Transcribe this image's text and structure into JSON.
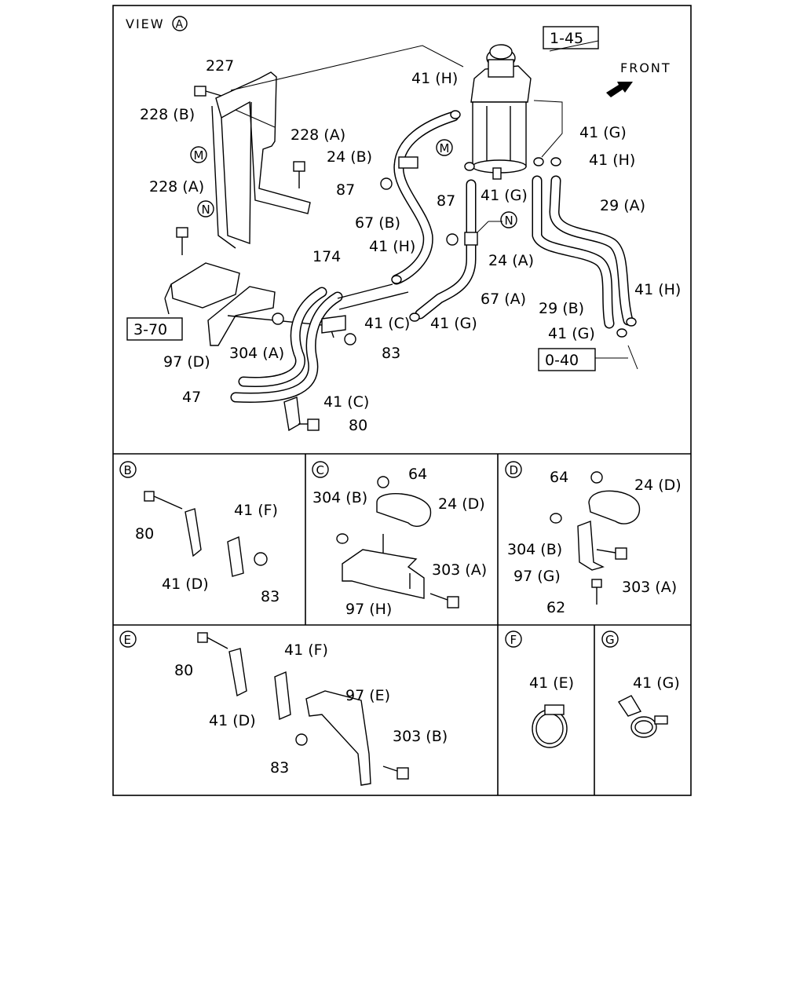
{
  "view_title": "VIEW",
  "view_marker": "A",
  "front_label": "FRONT",
  "refs": {
    "r145": "1-45",
    "r370": "3-70",
    "r040": "0-40"
  },
  "circle_markers": {
    "m1": "M",
    "m2": "M",
    "n1": "N",
    "n2": "N"
  },
  "main_labels": {
    "l227": "227",
    "l228b": "228 (B)",
    "l228a_1": "228 (A)",
    "l228a_2": "228 (A)",
    "l41h_1": "41 (H)",
    "l41g_1": "41 (G)",
    "l41h_2": "41 (H)",
    "l24b": "24 (B)",
    "l87_1": "87",
    "l41g_2": "41 (G)",
    "l87_2": "87",
    "l29a": "29 (A)",
    "l67b": "67 (B)",
    "l174": "174",
    "l41h_3": "41 (H)",
    "l24a": "24 (A)",
    "l67a": "67 (A)",
    "l41h_4": "41 (H)",
    "l29b": "29 (B)",
    "l41c_1": "41 (C)",
    "l41g_3": "41 (G)",
    "l41g_4": "41 (G)",
    "l304a": "304 (A)",
    "l83": "83",
    "l97d": "97 (D)",
    "l47": "47",
    "l41c_2": "41 (C)",
    "l80": "80"
  },
  "panels": {
    "B": {
      "marker": "B",
      "labels": {
        "l80": "80",
        "l41f": "41 (F)",
        "l41d": "41 (D)",
        "l83": "83"
      }
    },
    "C": {
      "marker": "C",
      "labels": {
        "l64": "64",
        "l304b": "304 (B)",
        "l24d": "24 (D)",
        "l303a": "303 (A)",
        "l97h": "97 (H)"
      }
    },
    "D": {
      "marker": "D",
      "labels": {
        "l64": "64",
        "l24d": "24 (D)",
        "l304b": "304 (B)",
        "l97g": "97 (G)",
        "l303a": "303 (A)",
        "l62": "62"
      }
    },
    "E": {
      "marker": "E",
      "labels": {
        "l80": "80",
        "l41f": "41 (F)",
        "l97e": "97 (E)",
        "l41d": "41 (D)",
        "l303b": "303 (B)",
        "l83": "83"
      }
    },
    "F": {
      "marker": "F",
      "labels": {
        "l41e": "41 (E)"
      }
    },
    "G": {
      "marker": "G",
      "labels": {
        "l41g": "41 (G)"
      }
    }
  },
  "icons": [
    "front-arrow-icon",
    "fuel-filter-icon",
    "hose-clamp-icon",
    "bolt-icon",
    "nut-icon",
    "bracket-icon"
  ]
}
